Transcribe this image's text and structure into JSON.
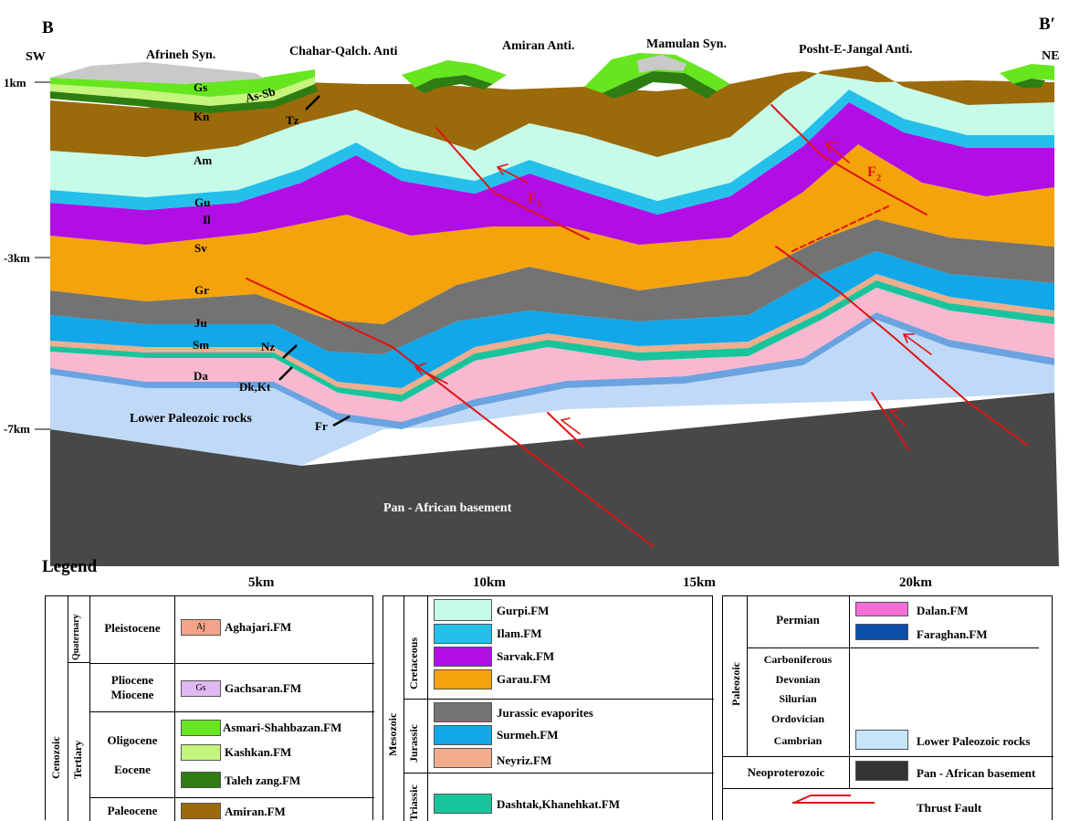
{
  "section": {
    "corner_left": "B",
    "corner_right": "B′",
    "dir_left": "SW",
    "dir_right": "NE",
    "structures": [
      "Afrineh Syn.",
      "Chahar-Qalch. Anti",
      "Amiran Anti.",
      "Mamulan Syn.",
      "Posht-E-Jangal Anti."
    ],
    "depths": [
      "1km",
      "-3km",
      "-7km"
    ],
    "distances": [
      "5km",
      "10km",
      "15km",
      "20km"
    ],
    "units": {
      "gs": "Gs",
      "as_sb": "As-Sb",
      "kn": "Kn",
      "tz": "Tz",
      "am": "Am",
      "gu": "Gu",
      "il": "Il",
      "sv": "Sv",
      "gr": "Gr",
      "ju": "Ju",
      "sm": "Sm",
      "nz": "Nz",
      "da": "Da",
      "dk": "Dk,Kt",
      "fr": "Fr",
      "lp": "Lower Paleozoic rocks",
      "basement": "Pan - African basement"
    },
    "faults": {
      "f1": "F",
      "f1_sub": "1",
      "f2": "F",
      "f2_sub": "2"
    }
  },
  "legend": {
    "title": "Legend",
    "cenozoic": {
      "era": "Cenozoic",
      "quaternary": "Quaternary",
      "tertiary": "Tertiary",
      "pleistocene": "Pleistocene",
      "pliocene": "Pliocene",
      "miocene": "Miocene",
      "oligocene": "Oligocene",
      "eocene": "Eocene",
      "paleocene": "Paleocene",
      "aj_abbr": "Aj",
      "aghajari": "Aghajari.FM",
      "gs_abbr": "Gs",
      "gachsaran": "Gachsaran.FM",
      "asmari": "Asmari-Shahbazan.FM",
      "kashkan": "Kashkan.FM",
      "taleh": "Taleh zang.FM",
      "amiran": "Amiran.FM"
    },
    "mesozoic": {
      "era": "Mesozoic",
      "cretaceous": "Cretaceous",
      "jurassic": "Jurassic",
      "triassic": "Triassic",
      "gurpi": "Gurpi.FM",
      "ilam": "Ilam.FM",
      "sarvak": "Sarvak.FM",
      "garau": "Garau.FM",
      "jur_evap": "Jurassic evaporites",
      "surmeh": "Surmeh.FM",
      "neyriz": "Neyriz.FM",
      "dashtak": "Dashtak,Khanehkat.FM"
    },
    "paleozoic": {
      "era": "Paleozoic",
      "permian": "Permian",
      "dalan": "Dalan.FM",
      "faraghan": "Faraghan.FM",
      "periods": [
        "Carboniferous",
        "Devonian",
        "Silurian",
        "Ordovician",
        "Cambrian"
      ],
      "lower_pz": "Lower Paleozoic rocks",
      "neoproterozoic": "Neoproterozoic",
      "basement": "Pan - African basement",
      "thrust": "Thrust Fault"
    }
  },
  "colors": {
    "gs": "#c9c9c9",
    "as_sb": "#66e61f",
    "kashkan": "#c6f57e",
    "taleh": "#2d7d12",
    "amiran": "#9b6a0b",
    "gurpi": "#c6fbea",
    "ilam": "#24c0ea",
    "sarvak": "#b10ee6",
    "garau": "#f4a30b",
    "jur_evap": "#737373",
    "surmeh": "#12a7e8",
    "neyriz": "#f1ad8d",
    "dashtak": "#19c49c",
    "dalan_pink": "#f9b8cf",
    "faraghan": "#6aa3e0",
    "lower_pz": "#bfd9f7",
    "basement": "#484848",
    "fault": "#e01313",
    "aghajari": "#f4a48a",
    "gach_legend": "#e2b8f2",
    "dalan_legend": "#f36ed6",
    "faraghan_legend": "#0b4ea8",
    "lpz_legend": "#c6e5f9",
    "basement_legend": "#333333"
  }
}
